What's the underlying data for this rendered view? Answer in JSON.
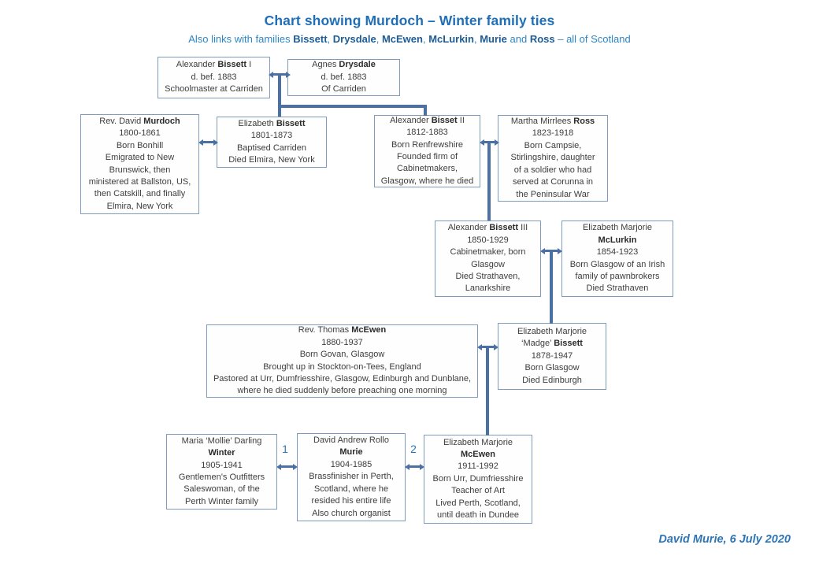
{
  "title": "Chart showing Murdoch – Winter family ties",
  "subtitle": "Also links with families **Bissett**, **Drysdale**, **McEwen**, **McLurkin**, **Murie** and **Ross** – all of Scotland",
  "signature": "David Murie, 6 July 2020",
  "marriage_numbers": [
    "1",
    "2"
  ],
  "colors": {
    "title_blue": "#1f6fb8",
    "subtitle_blue": "#2e86c5",
    "subtitle_bold_blue": "#1d5c94",
    "connector_blue": "#4a70a5",
    "box_border": "#7f9cbf",
    "text_dark": "#3d3d3d",
    "accent_blue": "#2e75b6"
  },
  "boxes": [
    {
      "id": "alexander-bissett-i",
      "lines": [
        "Alexander **Bissett** I",
        "d. bef. 1883",
        "Schoolmaster at Carriden"
      ]
    },
    {
      "id": "agnes-drysdale",
      "lines": [
        "Agnes **Drysdale**",
        "d. bef. 1883",
        "Of Carriden"
      ]
    },
    {
      "id": "rev-david-murdoch",
      "lines": [
        "Rev. David **Murdoch**",
        "1800-1861",
        "Born Bonhill",
        "Emigrated to New",
        "Brunswick, then",
        "ministered at Ballston, US,",
        "then Catskill, and finally",
        "Elmira, New York"
      ]
    },
    {
      "id": "elizabeth-bissett",
      "lines": [
        "Elizabeth **Bissett**",
        "1801-1873",
        "Baptised Carriden",
        "Died Elmira, New York"
      ]
    },
    {
      "id": "alexander-bisset-ii",
      "lines": [
        "Alexander **Bisset** II",
        "1812-1883",
        "Born Renfrewshire",
        "Founded firm of",
        "Cabinetmakers,",
        "Glasgow, where he died"
      ]
    },
    {
      "id": "martha-mirrlees-ross",
      "lines": [
        "Martha Mirrlees **Ross**",
        "1823-1918",
        "Born Campsie,",
        "Stirlingshire, daughter",
        "of a soldier who had",
        "served at Corunna in",
        "the Peninsular War"
      ]
    },
    {
      "id": "alexander-bissett-iii",
      "lines": [
        "Alexander **Bissett** III",
        "1850-1929",
        "Cabinetmaker, born",
        "Glasgow",
        "Died Strathaven,",
        "Lanarkshire"
      ]
    },
    {
      "id": "elizabeth-marjorie-mclurkin",
      "lines": [
        "Elizabeth Marjorie",
        "**McLurkin**",
        "1854-1923",
        "Born Glasgow of an Irish",
        "family of pawnbrokers",
        "Died Strathaven"
      ]
    },
    {
      "id": "rev-thomas-mcewen",
      "lines": [
        "Rev. Thomas **McEwen**",
        "1880-1937",
        "Born Govan, Glasgow",
        "Brought up in Stockton-on-Tees, England",
        "Pastored at Urr, Dumfriesshire, Glasgow, Edinburgh and Dunblane,",
        "where he died suddenly before preaching one morning"
      ]
    },
    {
      "id": "elizabeth-marjorie-madge-bissett",
      "lines": [
        "Elizabeth Marjorie",
        "‘Madge’ **Bissett**",
        "1878-1947",
        "Born Glasgow",
        "Died Edinburgh"
      ]
    },
    {
      "id": "maria-mollie-darling-winter",
      "lines": [
        "Maria ‘Mollie’ Darling",
        "**Winter**",
        "1905-1941",
        "Gentlemen’s Outfitters",
        "Saleswoman, of the",
        "Perth Winter family"
      ]
    },
    {
      "id": "david-andrew-rollo-murie",
      "lines": [
        "David Andrew Rollo",
        "**Murie**",
        "1904-1985",
        "Brassfinisher in Perth,",
        "Scotland, where he",
        "resided his entire life",
        "Also church organist"
      ]
    },
    {
      "id": "elizabeth-marjorie-mcewen",
      "lines": [
        "Elizabeth Marjorie",
        "**McEwen**",
        "1911-1992",
        "Born Urr, Dumfriesshire",
        "Teacher of Art",
        "Lived Perth, Scotland,",
        "until death in Dundee"
      ]
    }
  ]
}
